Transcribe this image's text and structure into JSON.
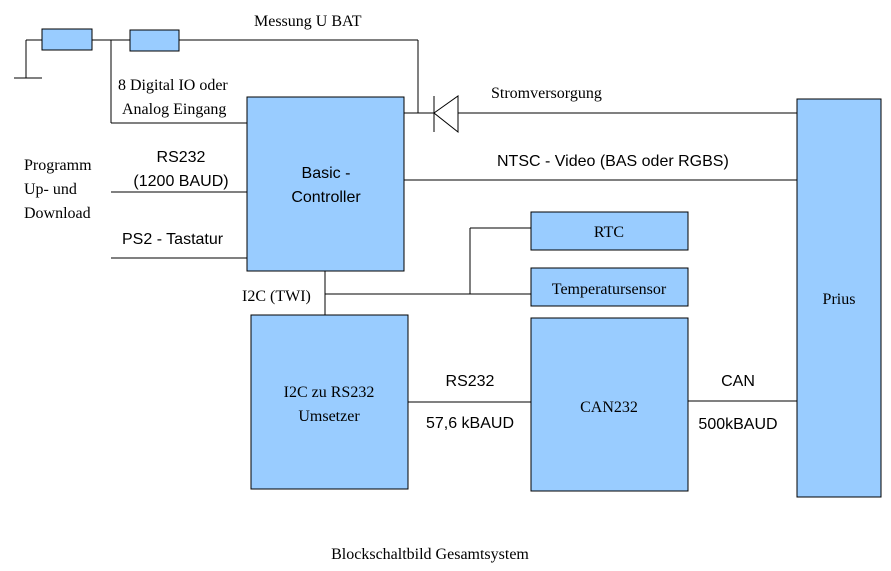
{
  "diagram": {
    "caption": "Blockschaltbild Gesamtsystem",
    "colors": {
      "block_fill": "#99ccff",
      "stroke": "#000000"
    },
    "blocks": {
      "basic_controller": [
        "Basic -",
        "Controller"
      ],
      "prius": "Prius",
      "rtc": "RTC",
      "temperatursensor": "Temperatursensor",
      "i2c_rs232": [
        "I2C zu RS232",
        "Umsetzer"
      ],
      "can232": "CAN232"
    },
    "labels": {
      "messung": "Messung U BAT",
      "digital_io": [
        "8 Digital IO oder",
        "Analog Eingang"
      ],
      "stromversorgung": "Stromversorgung",
      "ntsc": "NTSC - Video (BAS oder RGBS)",
      "programm": [
        "Programm",
        "Up- und",
        "Download"
      ],
      "rs232_left": [
        "RS232",
        "(1200 BAUD)"
      ],
      "ps2": "PS2 - Tastatur",
      "i2c_twi": "I2C (TWI)",
      "rs232_mid": [
        "RS232",
        "57,6 kBAUD"
      ],
      "can": [
        "CAN",
        "500kBAUD"
      ]
    }
  }
}
